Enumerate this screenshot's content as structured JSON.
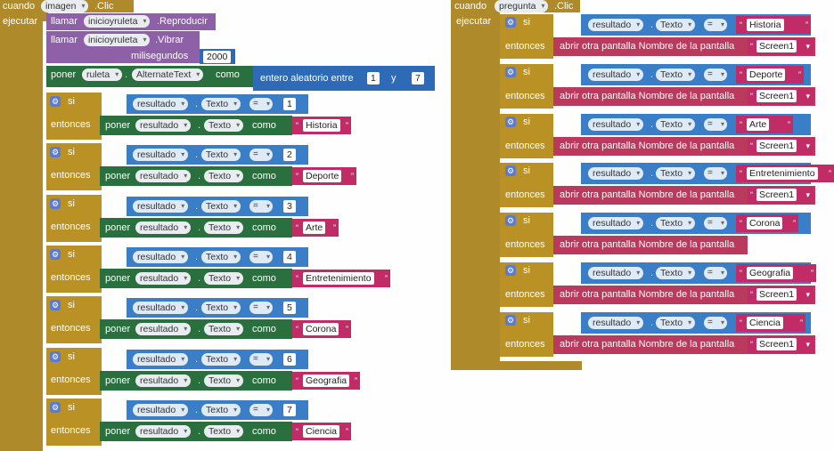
{
  "left_event": {
    "cuando": "cuando",
    "component": "imagen",
    "event": ".Clic",
    "ejecutar": "ejecutar",
    "call1": {
      "llamar": "llamar",
      "component": "inicioyruleta",
      "method": ".Reproducir"
    },
    "call2": {
      "llamar": "llamar",
      "component": "inicioyruleta",
      "method": ".Vibrar",
      "param": "milisegundos",
      "value": "2000"
    },
    "set": {
      "poner": "poner",
      "component": "ruleta",
      "prop": "AlternateText",
      "como": "como",
      "random_label": "entero aleatorio entre",
      "from": "1",
      "y": "y",
      "to": "7"
    },
    "ifs": [
      {
        "si": "si",
        "entonces": "entonces",
        "comp": "resultado",
        "prop": "Texto",
        "op": "=",
        "num": "1",
        "poner": "poner",
        "como": "como",
        "value": "Historia"
      },
      {
        "si": "si",
        "entonces": "entonces",
        "comp": "resultado",
        "prop": "Texto",
        "op": "=",
        "num": "2",
        "poner": "poner",
        "como": "como",
        "value": "Deporte"
      },
      {
        "si": "si",
        "entonces": "entonces",
        "comp": "resultado",
        "prop": "Texto",
        "op": "=",
        "num": "3",
        "poner": "poner",
        "como": "como",
        "value": "Arte"
      },
      {
        "si": "si",
        "entonces": "entonces",
        "comp": "resultado",
        "prop": "Texto",
        "op": "=",
        "num": "4",
        "poner": "poner",
        "como": "como",
        "value": "Entretenimiento"
      },
      {
        "si": "si",
        "entonces": "entonces",
        "comp": "resultado",
        "prop": "Texto",
        "op": "=",
        "num": "5",
        "poner": "poner",
        "como": "como",
        "value": "Corona"
      },
      {
        "si": "si",
        "entonces": "entonces",
        "comp": "resultado",
        "prop": "Texto",
        "op": "=",
        "num": "6",
        "poner": "poner",
        "como": "como",
        "value": "Geografia"
      },
      {
        "si": "si",
        "entonces": "entonces",
        "comp": "resultado",
        "prop": "Texto",
        "op": "=",
        "num": "7",
        "poner": "poner",
        "como": "como",
        "value": "Ciencia"
      }
    ]
  },
  "right_event": {
    "cuando": "cuando",
    "component": "pregunta",
    "event": ".Clic",
    "ejecutar": "ejecutar",
    "ifs": [
      {
        "si": "si",
        "entonces": "entonces",
        "comp": "resultado",
        "prop": "Texto",
        "op": "=",
        "value": "Historia",
        "action": "abrir otra pantalla  Nombre de la pantalla",
        "screen": "Screen1"
      },
      {
        "si": "si",
        "entonces": "entonces",
        "comp": "resultado",
        "prop": "Texto",
        "op": "=",
        "value": "Deporte",
        "action": "abrir otra pantalla  Nombre de la pantalla",
        "screen": "Screen1"
      },
      {
        "si": "si",
        "entonces": "entonces",
        "comp": "resultado",
        "prop": "Texto",
        "op": "=",
        "value": "Arte",
        "action": "abrir otra pantalla  Nombre de la pantalla",
        "screen": "Screen1"
      },
      {
        "si": "si",
        "entonces": "entonces",
        "comp": "resultado",
        "prop": "Texto",
        "op": "=",
        "value": "Entretenimiento",
        "action": "abrir otra pantalla  Nombre de la pantalla",
        "screen": "Screen1"
      },
      {
        "si": "si",
        "entonces": "entonces",
        "comp": "resultado",
        "prop": "Texto",
        "op": "=",
        "value": "Corona",
        "action": "abrir otra pantalla  Nombre de la pantalla",
        "screen": ""
      },
      {
        "si": "si",
        "entonces": "entonces",
        "comp": "resultado",
        "prop": "Texto",
        "op": "=",
        "value": "Geografia",
        "action": "abrir otra pantalla  Nombre de la pantalla",
        "screen": "Screen1"
      },
      {
        "si": "si",
        "entonces": "entonces",
        "comp": "resultado",
        "prop": "Texto",
        "op": "=",
        "value": "Ciencia",
        "action": "abrir otra pantalla  Nombre de la pantalla",
        "screen": "Screen1"
      }
    ]
  },
  "colors": {
    "event": "#ae8a2a",
    "control": "#ba9125",
    "procedure": "#8e60a8",
    "compare": "#3a7ec8",
    "text": "#c22c66",
    "setter": "#2a6f3e",
    "math": "#2f6ab7",
    "navigation": "#b93a5c"
  },
  "icons": {
    "mutator": "gear-icon",
    "dropdown": "chevron-down-icon"
  }
}
